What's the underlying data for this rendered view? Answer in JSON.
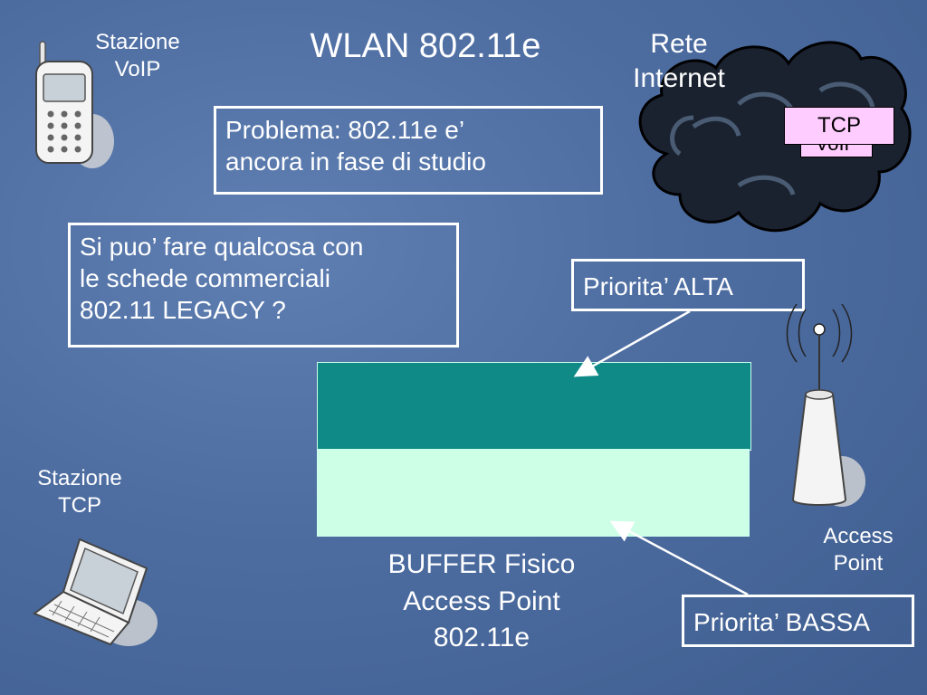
{
  "title": "WLAN 802.11e",
  "voip_station": {
    "line1": "Stazione",
    "line2": "VoIP"
  },
  "internet": {
    "line1": "Rete",
    "line2": "Internet"
  },
  "internet_tags": {
    "front": "TCP",
    "back": "VoIP"
  },
  "problem_box": {
    "line1": "Problema: 802.11e  e’",
    "line2": "ancora in fase di studio"
  },
  "question_box": {
    "line1": "Si puo’ fare qualcosa con",
    "line2": "le schede commerciali",
    "line3": "802.11 LEGACY ?"
  },
  "high_priority": "Priorita’ ALTA",
  "low_priority": "Priorita’ BASSA",
  "buffer": {
    "line1": "BUFFER Fisico",
    "line2": "Access Point",
    "line3": "802.11e"
  },
  "tcp_station": {
    "line1": "Stazione",
    "line2": "TCP"
  },
  "access_point": {
    "line1": "Access",
    "line2": "Point"
  },
  "colors": {
    "high_queue": "#0f8a86",
    "low_queue": "#ccffe6",
    "background": "#4d6da1",
    "tag_fill": "#ffccff"
  }
}
